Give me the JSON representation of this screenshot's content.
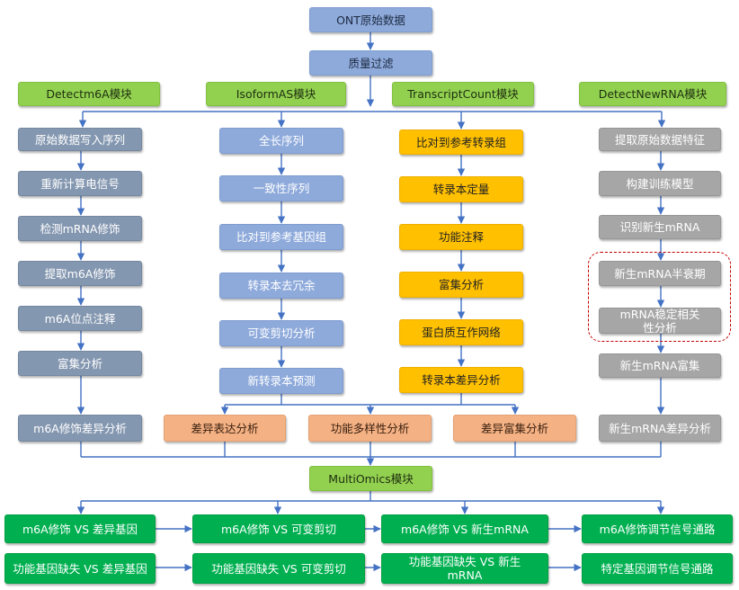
{
  "top": {
    "raw_data": "ONT原始数据",
    "quality_filter": "质量过滤"
  },
  "modules": {
    "detect_m6a": "Detectm6A模块",
    "isoform_as": "IsoformAS模块",
    "transcript_count": "TranscriptCount模块",
    "detect_new_rna": "DetectNewRNA模块",
    "multiomics": "MultiOmics模块"
  },
  "detect_m6a_steps": [
    "原始数据写入序列",
    "重新计算电信号",
    "检测mRNA修饰",
    "提取m6A修饰",
    "m6A位点注释",
    "富集分析",
    "m6A修饰差异分析"
  ],
  "isoform_as_steps": [
    "全长序列",
    "一致性序列",
    "比对到参考基因组",
    "转录本去冗余",
    "可变剪切分析",
    "新转录本预测"
  ],
  "transcript_count_steps": [
    "比对到参考转录组",
    "转录本定量",
    "功能注释",
    "富集分析",
    "蛋白质互作网络",
    "转录本差异分析"
  ],
  "detect_new_rna_steps": [
    "提取原始数据特征",
    "构建训练模型",
    "识别新生mRNA",
    "新生mRNA半衰期",
    "mRNA稳定相关性分析",
    "新生mRNA富集",
    "新生mRNA差异分析"
  ],
  "downstream": [
    "差异表达分析",
    "功能多样性分析",
    "差异富集分析"
  ],
  "multiomics_row1": [
    "m6A修饰 VS 差异基因",
    "m6A修饰 VS 可变剪切",
    "m6A修饰 VS 新生mRNA",
    "m6A修饰调节信号通路"
  ],
  "multiomics_row2": [
    "功能基因缺失 VS 差异基因",
    "功能基因缺失 VS 可变剪切",
    "功能基因缺失 VS 新生mRNA",
    "特定基因调节信号通路"
  ],
  "colors": {
    "source_blue": "#8eaadb",
    "module_green": "#92d050",
    "slate": "#8497b0",
    "amber": "#ffc000",
    "gray": "#a6a6a6",
    "peach": "#f4b183",
    "green": "#00b050",
    "highlight_dashed": "#c00000",
    "arrow": "#4472c4"
  }
}
